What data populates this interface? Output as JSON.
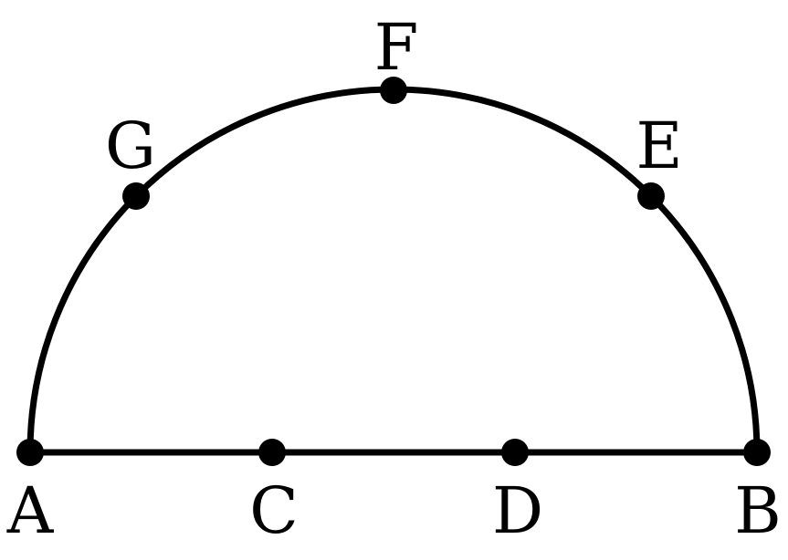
{
  "diagram": {
    "stroke_color": "#000000",
    "background_color": "#ffffff",
    "points": [
      {
        "id": "A",
        "label": "A"
      },
      {
        "id": "B",
        "label": "B"
      },
      {
        "id": "C",
        "label": "C"
      },
      {
        "id": "D",
        "label": "D"
      },
      {
        "id": "E",
        "label": "E"
      },
      {
        "id": "F",
        "label": "F"
      },
      {
        "id": "G",
        "label": "G"
      }
    ]
  }
}
